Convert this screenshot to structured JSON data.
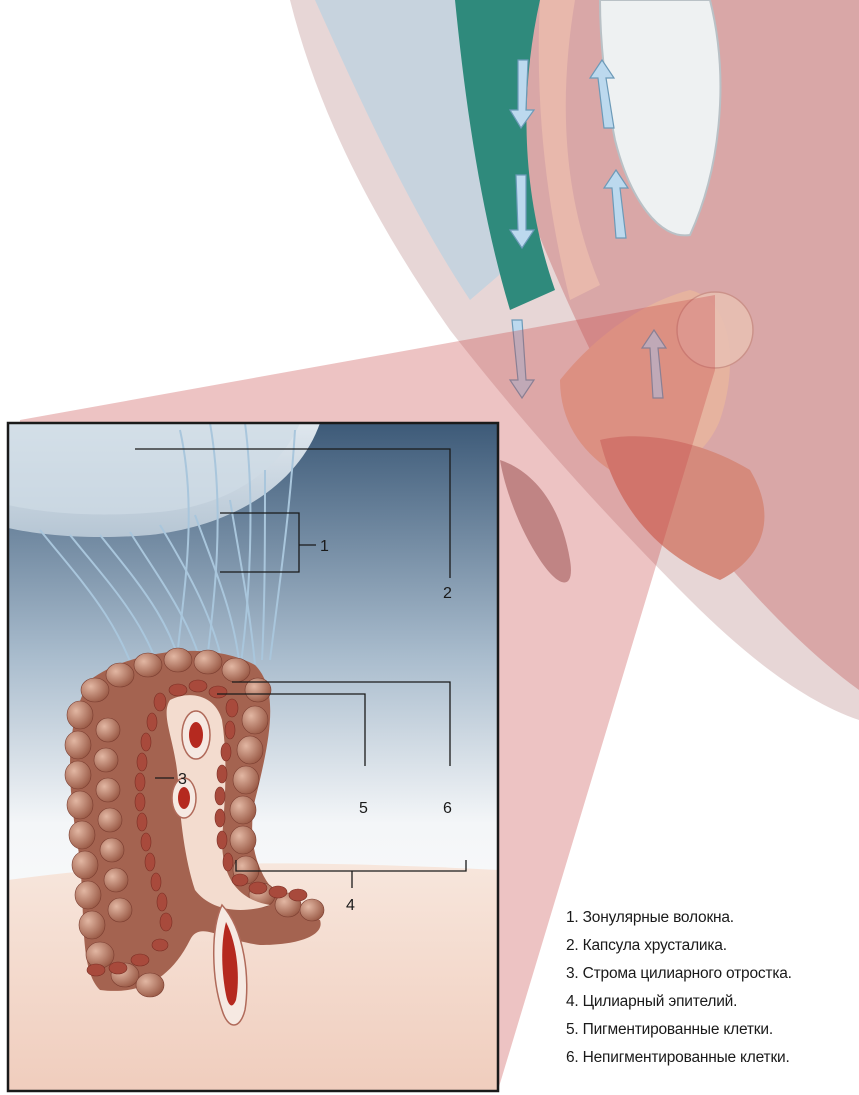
{
  "diagram": {
    "callouts": [
      "1",
      "2",
      "3",
      "4",
      "5",
      "6"
    ],
    "legend": [
      "1. Зонулярные волокна.",
      "2. Капсула хрусталика.",
      "3. Строма цилиарного отростка.",
      "4. Цилиарный эпителий.",
      "5. Пигментированные клетки.",
      "6. Непигментированные клетки."
    ]
  }
}
